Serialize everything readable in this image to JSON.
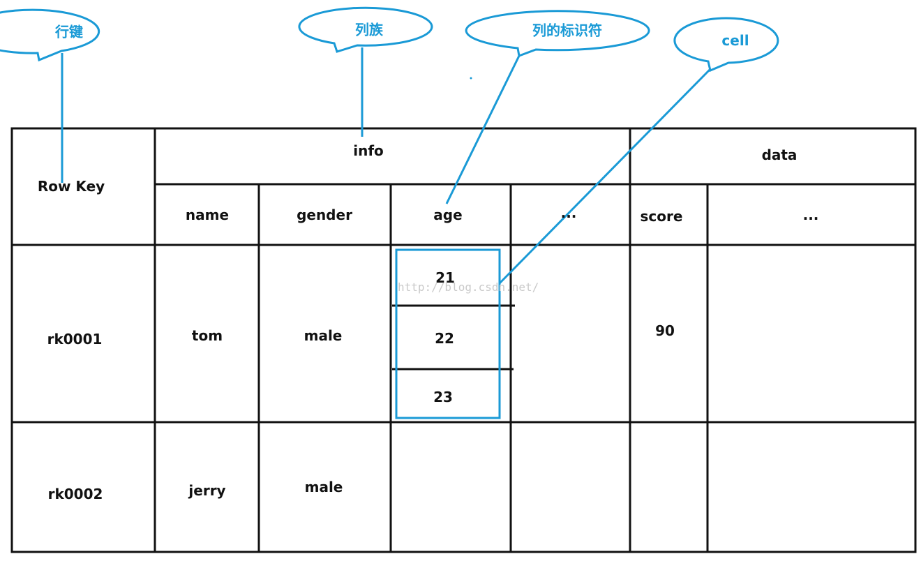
{
  "callouts": {
    "row_key": "行键",
    "column_family": "列族",
    "column_qualifier": "列的标识符",
    "cell": "cell"
  },
  "header": {
    "row_key": "Row Key",
    "family_info": "info",
    "family_data": "data",
    "columns": [
      "name",
      "gender",
      "age",
      "...",
      "score",
      "..."
    ]
  },
  "rows": [
    {
      "row_key": "rk0001",
      "name": "tom",
      "gender": "male",
      "age_versions": [
        "21",
        "22",
        "23"
      ],
      "score": "90"
    },
    {
      "row_key": "rk0002",
      "name": "jerry",
      "gender": "male"
    }
  ],
  "watermark": "http://blog.csdn.net/",
  "colors": {
    "accent": "#1a9ad6",
    "line": "#111111"
  }
}
